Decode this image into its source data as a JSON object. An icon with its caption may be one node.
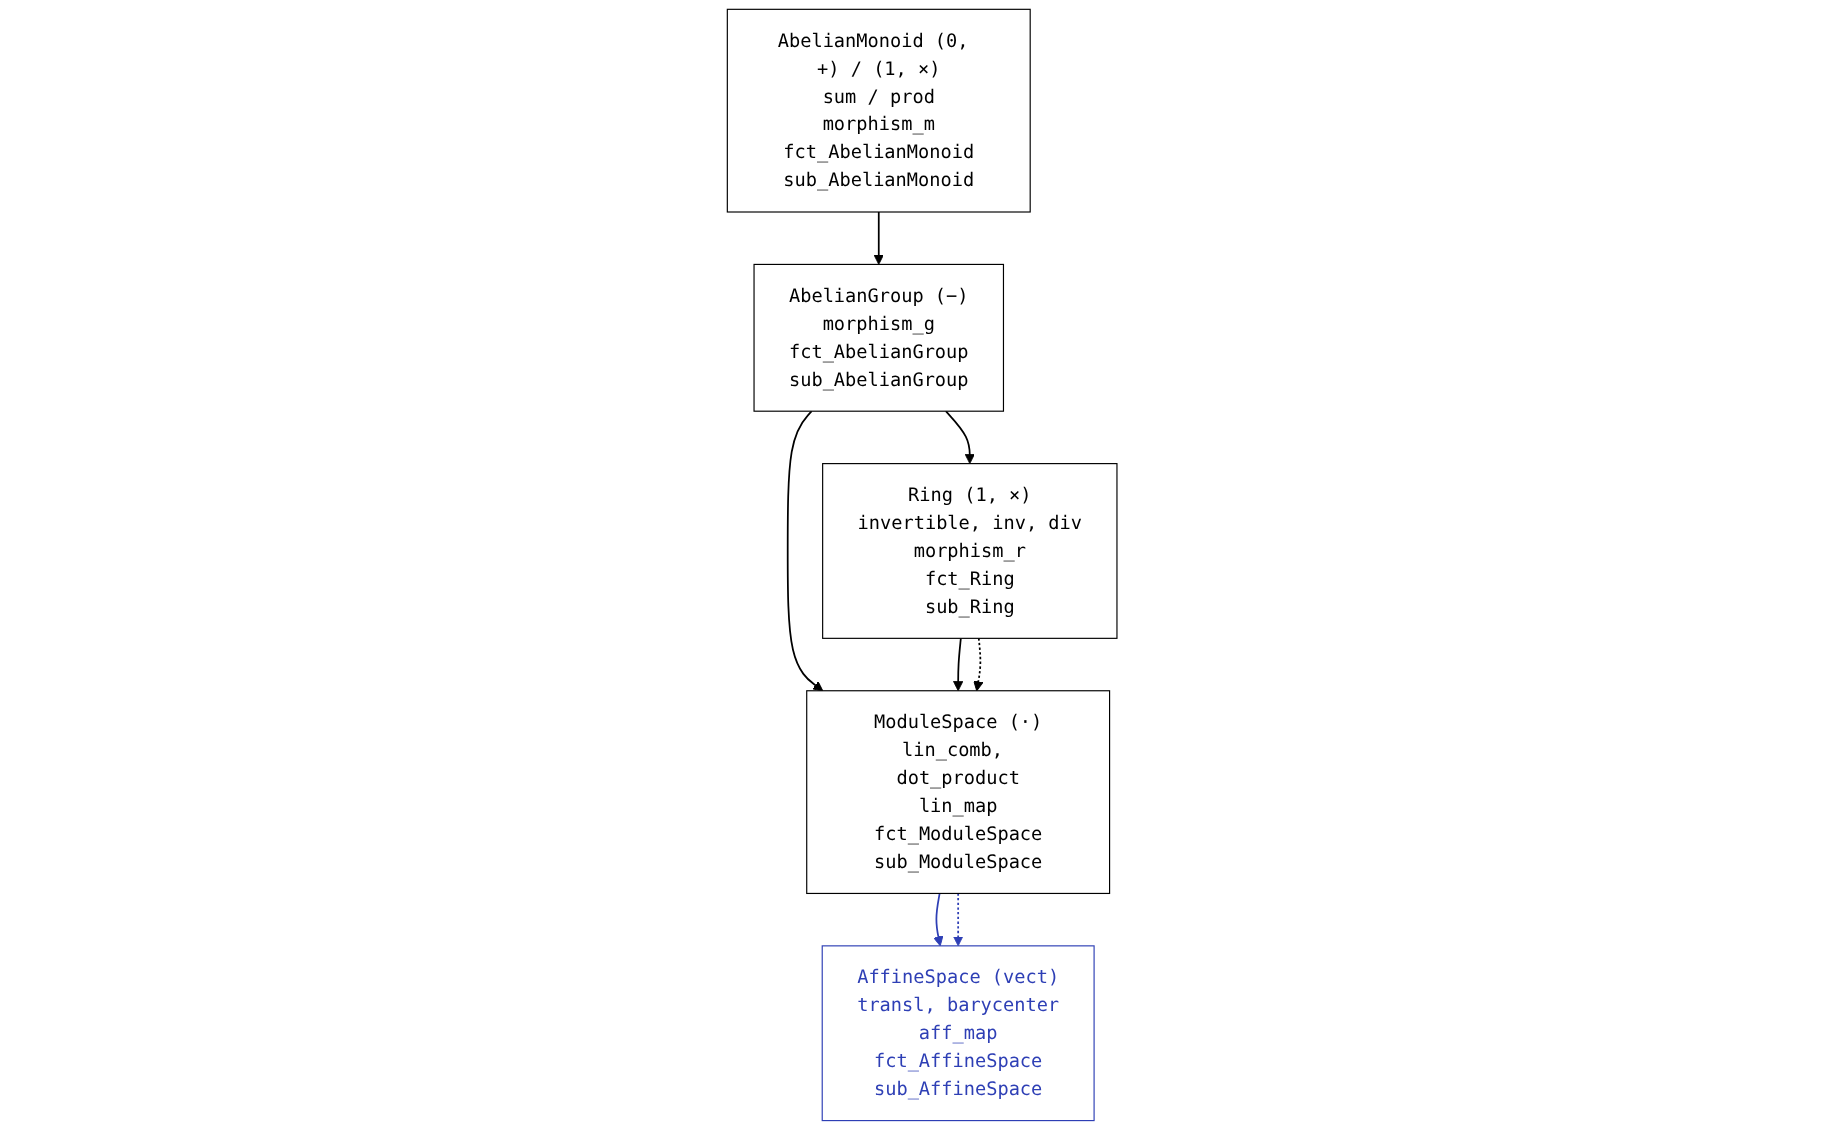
{
  "diagram": {
    "nodes": [
      {
        "text": [
          "AbelianMonoid (0, +) / (1, ×)",
          "sum / prod",
          "morphism_m",
          "fct_AbelianMonoid",
          "sub_AbelianMonoid"
        ]
      },
      {
        "text": [
          "AbelianGroup (−)",
          "morphism_g",
          "fct_AbelianGroup",
          "sub_AbelianGroup"
        ]
      },
      {
        "text": [
          "Ring (1, ×)",
          "invertible, inv, div",
          "morphism_r",
          "fct_Ring",
          "sub_Ring"
        ]
      },
      {
        "text": [
          "ModuleSpace (·)",
          "lin_comb, dot_product",
          "lin_map",
          "fct_ModuleSpace",
          "sub_ModuleSpace"
        ]
      },
      {
        "text": [
          "AffineSpace (vect)",
          "transl, barycenter",
          "aff_map",
          "fct_AffineSpace",
          "sub_AffineSpace"
        ]
      }
    ],
    "edges": [
      {
        "from": 0,
        "to": 1,
        "arrow": "to"
      },
      {
        "from": 1,
        "to": 2,
        "arrow": "to"
      },
      {
        "from": 1,
        "to": 3,
        "arrow": "to"
      },
      {
        "from": 2,
        "to": 3,
        "arrow": "to"
      },
      {
        "from": 2,
        "to": 3,
        "arrow": "to",
        "style": "dashed"
      },
      {
        "from": 3,
        "to": 4,
        "arrow": "to",
        "color": "#2e3fb5"
      },
      {
        "from": 3,
        "to": 4,
        "arrow": "to",
        "style": "dashed",
        "color": "#2e3fb5"
      }
    ]
  }
}
